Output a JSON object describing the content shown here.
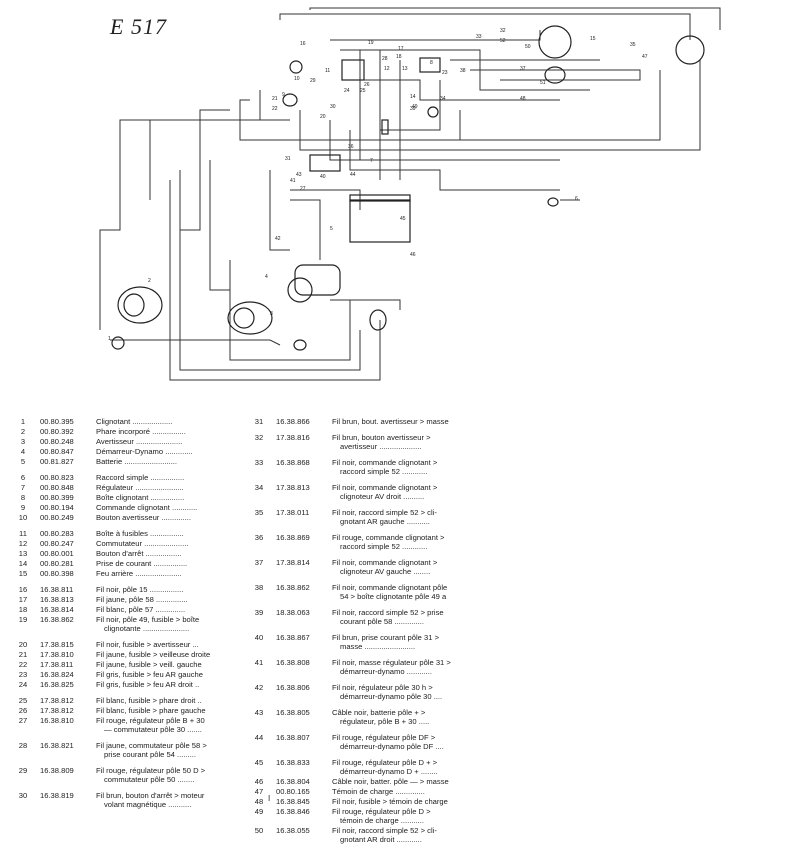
{
  "document": {
    "title": "E 517",
    "page_number": "I"
  },
  "diagram_labels": [
    "1",
    "2",
    "3",
    "4",
    "5",
    "6",
    "7",
    "8",
    "9",
    "10",
    "11",
    "12",
    "13",
    "14",
    "15",
    "16",
    "17",
    "18",
    "19",
    "20",
    "21",
    "22",
    "23",
    "24",
    "25",
    "26",
    "27",
    "28",
    "29",
    "30",
    "31",
    "32",
    "33",
    "34",
    "35",
    "36",
    "37",
    "38",
    "39",
    "40",
    "41",
    "42",
    "43",
    "44",
    "45",
    "46",
    "47",
    "48",
    "49",
    "50",
    "51",
    "52"
  ],
  "parts_left": [
    {
      "n": "1",
      "code": "00.80.395",
      "desc": [
        "Clignotant ..................."
      ]
    },
    {
      "n": "2",
      "code": "00.80.392",
      "desc": [
        "Phare incorporé ................"
      ]
    },
    {
      "n": "3",
      "code": "00.80.248",
      "desc": [
        "Avertisseur ......................"
      ]
    },
    {
      "n": "4",
      "code": "00.80.847",
      "desc": [
        "Démarreur-Dynamo ............."
      ]
    },
    {
      "n": "5",
      "code": "00.81.827",
      "desc": [
        "Batterie ........................."
      ]
    },
    {
      "n": "6",
      "code": "00.80.823",
      "desc": [
        "Raccord simple ................"
      ]
    },
    {
      "n": "7",
      "code": "00.80.848",
      "desc": [
        "Régulateur ......................."
      ]
    },
    {
      "n": "8",
      "code": "00.80.399",
      "desc": [
        "Boîte clignotant ................"
      ]
    },
    {
      "n": "9",
      "code": "00.80.194",
      "desc": [
        "Commande clignotant ............"
      ]
    },
    {
      "n": "10",
      "code": "00.80.249",
      "desc": [
        "Bouton avertisseur .............."
      ]
    },
    {
      "n": "11",
      "code": "00.80.283",
      "desc": [
        "Boîte à fusibles ................"
      ]
    },
    {
      "n": "12",
      "code": "00.80.247",
      "desc": [
        "Commutateur ....................."
      ]
    },
    {
      "n": "13",
      "code": "00.80.001",
      "desc": [
        "Bouton d'arrêt ................."
      ]
    },
    {
      "n": "14",
      "code": "00.80.281",
      "desc": [
        "Prise de courant ................"
      ]
    },
    {
      "n": "15",
      "code": "00.80.398",
      "desc": [
        "Feu arrière ......................"
      ]
    },
    {
      "n": "16",
      "code": "16.38.811",
      "desc": [
        "Fil noir, pôle 15 ................"
      ]
    },
    {
      "n": "17",
      "code": "16.38.813",
      "desc": [
        "Fil jaune, pôle 58 ..............."
      ]
    },
    {
      "n": "18",
      "code": "16.38.814",
      "desc": [
        "Fil blanc, pôle 57 .............."
      ]
    },
    {
      "n": "19",
      "code": "16.38.862",
      "desc": [
        "Fil noir, pôle 49, fusible > boîte",
        "clignotante ......................"
      ]
    },
    {
      "n": "20",
      "code": "17.38.815",
      "desc": [
        "Fil noir, fusible > avertisseur ..."
      ]
    },
    {
      "n": "21",
      "code": "17.38.810",
      "desc": [
        "Fil jaune, fusible > veilleuse droite"
      ]
    },
    {
      "n": "22",
      "code": "17.38.811",
      "desc": [
        "Fil jaune, fusible > veill. gauche"
      ]
    },
    {
      "n": "23",
      "code": "16.38.824",
      "desc": [
        "Fil gris, fusible > feu AR gauche"
      ]
    },
    {
      "n": "24",
      "code": "16.38.825",
      "desc": [
        "Fil gris, fusible > feu AR droit .."
      ]
    },
    {
      "n": "25",
      "code": "17.38.812",
      "desc": [
        "Fil blanc, fusible > phare droit .."
      ]
    },
    {
      "n": "26",
      "code": "17.38.812",
      "desc": [
        "Fil blanc, fusible > phare gauche"
      ]
    },
    {
      "n": "27",
      "code": "16.38.810",
      "desc": [
        "Fil rouge, régulateur pôle B + 30",
        "— commutateur pôle 30 ......."
      ]
    },
    {
      "n": "28",
      "code": "16.38.821",
      "desc": [
        "Fil jaune, commutateur pôle 58 >",
        "prise courant pôle 54 ........."
      ]
    },
    {
      "n": "29",
      "code": "16.38.809",
      "desc": [
        "Fil rouge, régulateur pôle 50 D >",
        "commutateur pôle 50 ........"
      ]
    },
    {
      "n": "30",
      "code": "16.38.819",
      "desc": [
        "Fil brun, bouton d'arrêt > moteur",
        "volant magnétique ..........."
      ]
    }
  ],
  "parts_right": [
    {
      "n": "31",
      "code": "16.38.866",
      "desc": [
        "Fil brun, bout. avertisseur > masse"
      ]
    },
    {
      "n": "32",
      "code": "17.38.816",
      "desc": [
        "Fil brun, bouton avertisseur >",
        "avertisseur ...................."
      ]
    },
    {
      "n": "33",
      "code": "16.38.868",
      "desc": [
        "Fil noir, commande clignotant >",
        "raccord simple 52 ............"
      ]
    },
    {
      "n": "34",
      "code": "17.38.813",
      "desc": [
        "Fil noir, commande clignotant >",
        "clignoteur AV droit .........."
      ]
    },
    {
      "n": "35",
      "code": "17.38.011",
      "desc": [
        "Fil noir, raccord simple 52 > cli-",
        "gnotant AR gauche ..........."
      ]
    },
    {
      "n": "36",
      "code": "16.38.869",
      "desc": [
        "Fil rouge, commande clignotant >",
        "raccord simple 52 ............"
      ]
    },
    {
      "n": "37",
      "code": "17.38.814",
      "desc": [
        "Fil noir, commande clignotant >",
        "clignoteur AV gauche ........"
      ]
    },
    {
      "n": "38",
      "code": "16.38.862",
      "desc": [
        "Fil noir, commande clignotant pôle",
        "54 > boîte clignotante pôle 49 a"
      ]
    },
    {
      "n": "39",
      "code": "18.38.063",
      "desc": [
        "Fil noir, raccord simple 52 > prise",
        "courant pôle 58 .............."
      ]
    },
    {
      "n": "40",
      "code": "16.38.867",
      "desc": [
        "Fil brun, prise courant pôle 31 >",
        "masse ........................"
      ]
    },
    {
      "n": "41",
      "code": "16.38.808",
      "desc": [
        "Fil noir, masse régulateur pôle 31 >",
        "démarreur-dynamo ............"
      ]
    },
    {
      "n": "42",
      "code": "16.38.806",
      "desc": [
        "Fil noir, régulateur pôle 30 h >",
        "démarreur-dynamo pôle 30 ...."
      ]
    },
    {
      "n": "43",
      "code": "16.38.805",
      "desc": [
        "Câble noir, batterie pôle + >",
        "régulateur, pôle B + 30 ....."
      ]
    },
    {
      "n": "44",
      "code": "16.38.807",
      "desc": [
        "Fil rouge, régulateur pôle DF >",
        "démarreur-dynamo pôle DF ...."
      ]
    },
    {
      "n": "45",
      "code": "16.38.833",
      "desc": [
        "Fil rouge, régulateur pôle D + >",
        "démarreur-dynamo D + ........"
      ]
    },
    {
      "n": "46",
      "code": "16.38.804",
      "desc": [
        "Câble noir, batter. pôle — > masse"
      ]
    },
    {
      "n": "47",
      "code": "00.80.165",
      "desc": [
        "Témoin de charge .............."
      ]
    },
    {
      "n": "48",
      "code": "16.38.845",
      "desc": [
        "Fil noir, fusible > témoin de charge"
      ]
    },
    {
      "n": "49",
      "code": "16.38.846",
      "desc": [
        "Fil rouge, régulateur pôle D >",
        "témoin de charge ..........."
      ]
    },
    {
      "n": "50",
      "code": "16.38.055",
      "desc": [
        "Fil noir, raccord simple 52 > cli-",
        "gnotant AR droit ............"
      ]
    }
  ]
}
